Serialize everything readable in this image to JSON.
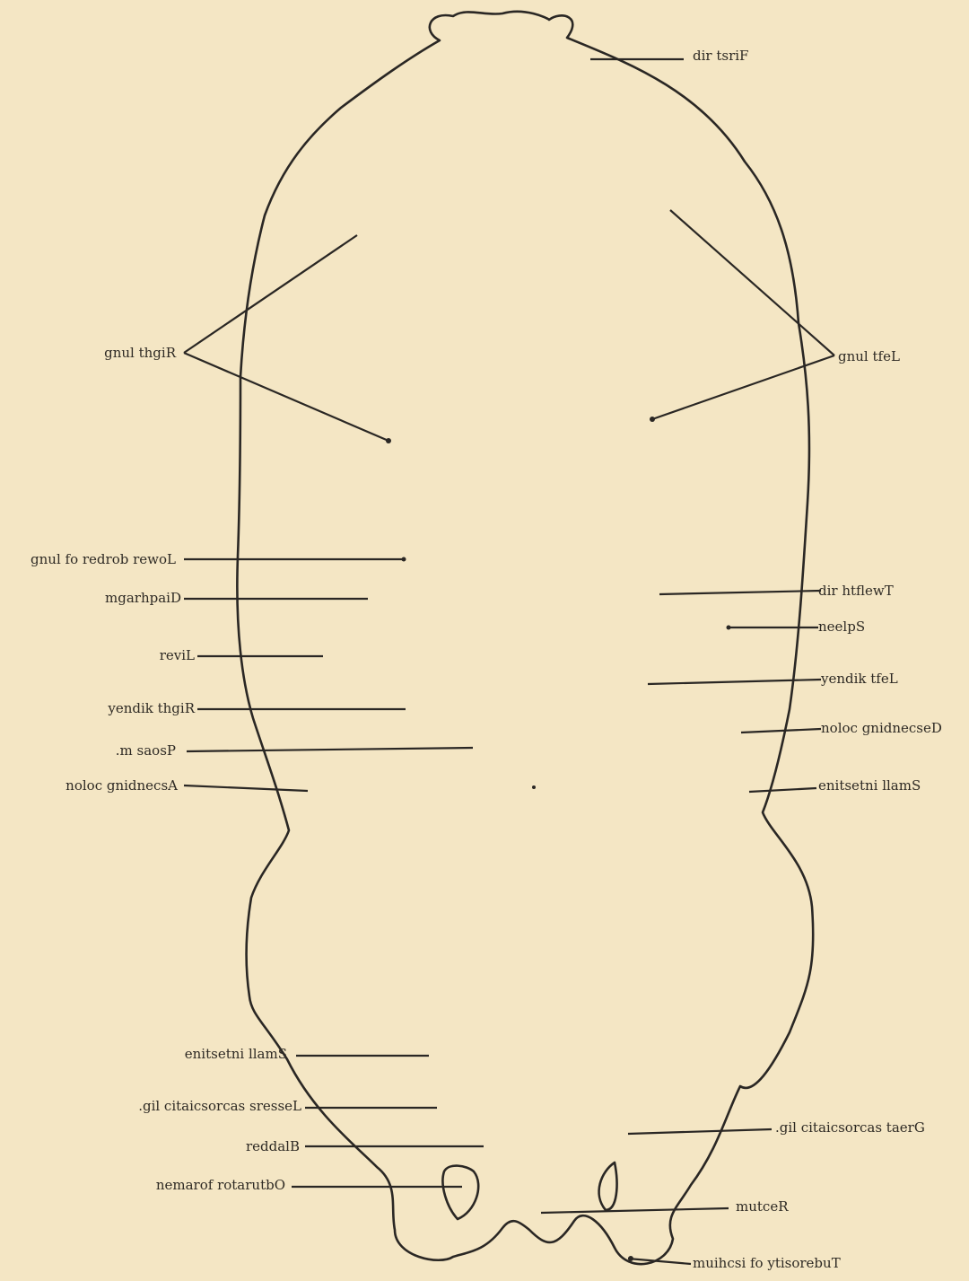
{
  "labels": {
    "first_rib": "dir tsriF",
    "right_lung": "gnul thgiR",
    "left_lung": "gnul tfeL",
    "lower_border_of_lung": "gnul fo redrob rewoL",
    "diaphragm": "mgarhpaiD",
    "liver": "reviL",
    "right_kidney": "yendik thgiR",
    "psoas_m": ".m saosP",
    "ascending_colon": "noloc gnidnecsA",
    "twelfth_rib": "dir htflewT",
    "spleen": "neelpS",
    "left_kidney": "yendik tfeL",
    "descending_colon": "noloc gnidnecseD",
    "small_intestine_right": "enitsetni llamS",
    "small_intestine_left": "enitsetni llamS",
    "lesser_sacrosciatic_lig": ".gil citaicsorcas sresseL",
    "bladder": "reddalB",
    "obturator_foramen": "nemarof rotarutbO",
    "great_sacrosciatic_lig": ".gil citaicsorcas taerG",
    "rectum": "mutceR",
    "tuberosity_of_ischium": "muihcsi fo ytisorebuT"
  }
}
